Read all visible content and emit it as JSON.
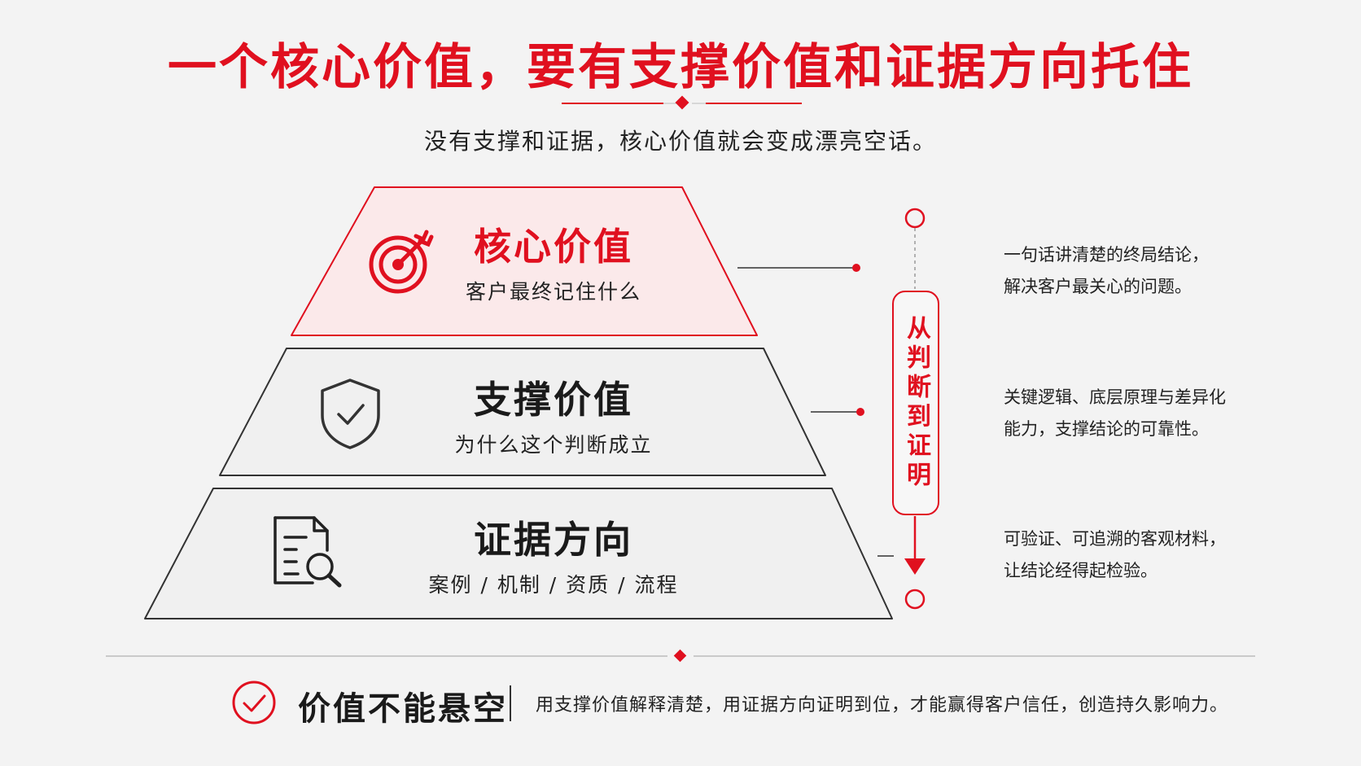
{
  "header": {
    "title": "一个核心价值，要有支撑价值和证据方向托住",
    "subtitle": "没有支撑和证据，核心价值就会变成漂亮空话。"
  },
  "tiers": [
    {
      "title": "核心价值",
      "subtitle": "客户最终记住什么",
      "icon": "target-icon",
      "description_lines": [
        "一句话讲清楚的终局结论，",
        "解决客户最关心的问题。"
      ]
    },
    {
      "title": "支撑价值",
      "subtitle": "为什么这个判断成立",
      "icon": "shield-check-icon",
      "description_lines": [
        "关键逻辑、底层原理与差异化",
        "能力，支撑结论的可靠性。"
      ]
    },
    {
      "title": "证据方向",
      "subtitle": "案例 / 机制 / 资质 / 流程",
      "icon": "document-search-icon",
      "description_lines": [
        "可验证、可追溯的客观材料，",
        "让结论经得起检验。"
      ]
    }
  ],
  "flow": {
    "label": "从判断到证明"
  },
  "footer": {
    "title": "价值不能悬空",
    "text": "用支撑价值解释清楚，用证据方向证明到位，才能赢得客户信任，创造持久影响力。"
  },
  "colors": {
    "accent": "#e0101f",
    "line": "#333333",
    "top_fill": "#fbe9ea",
    "tier_fill": "#f0f0f0"
  }
}
